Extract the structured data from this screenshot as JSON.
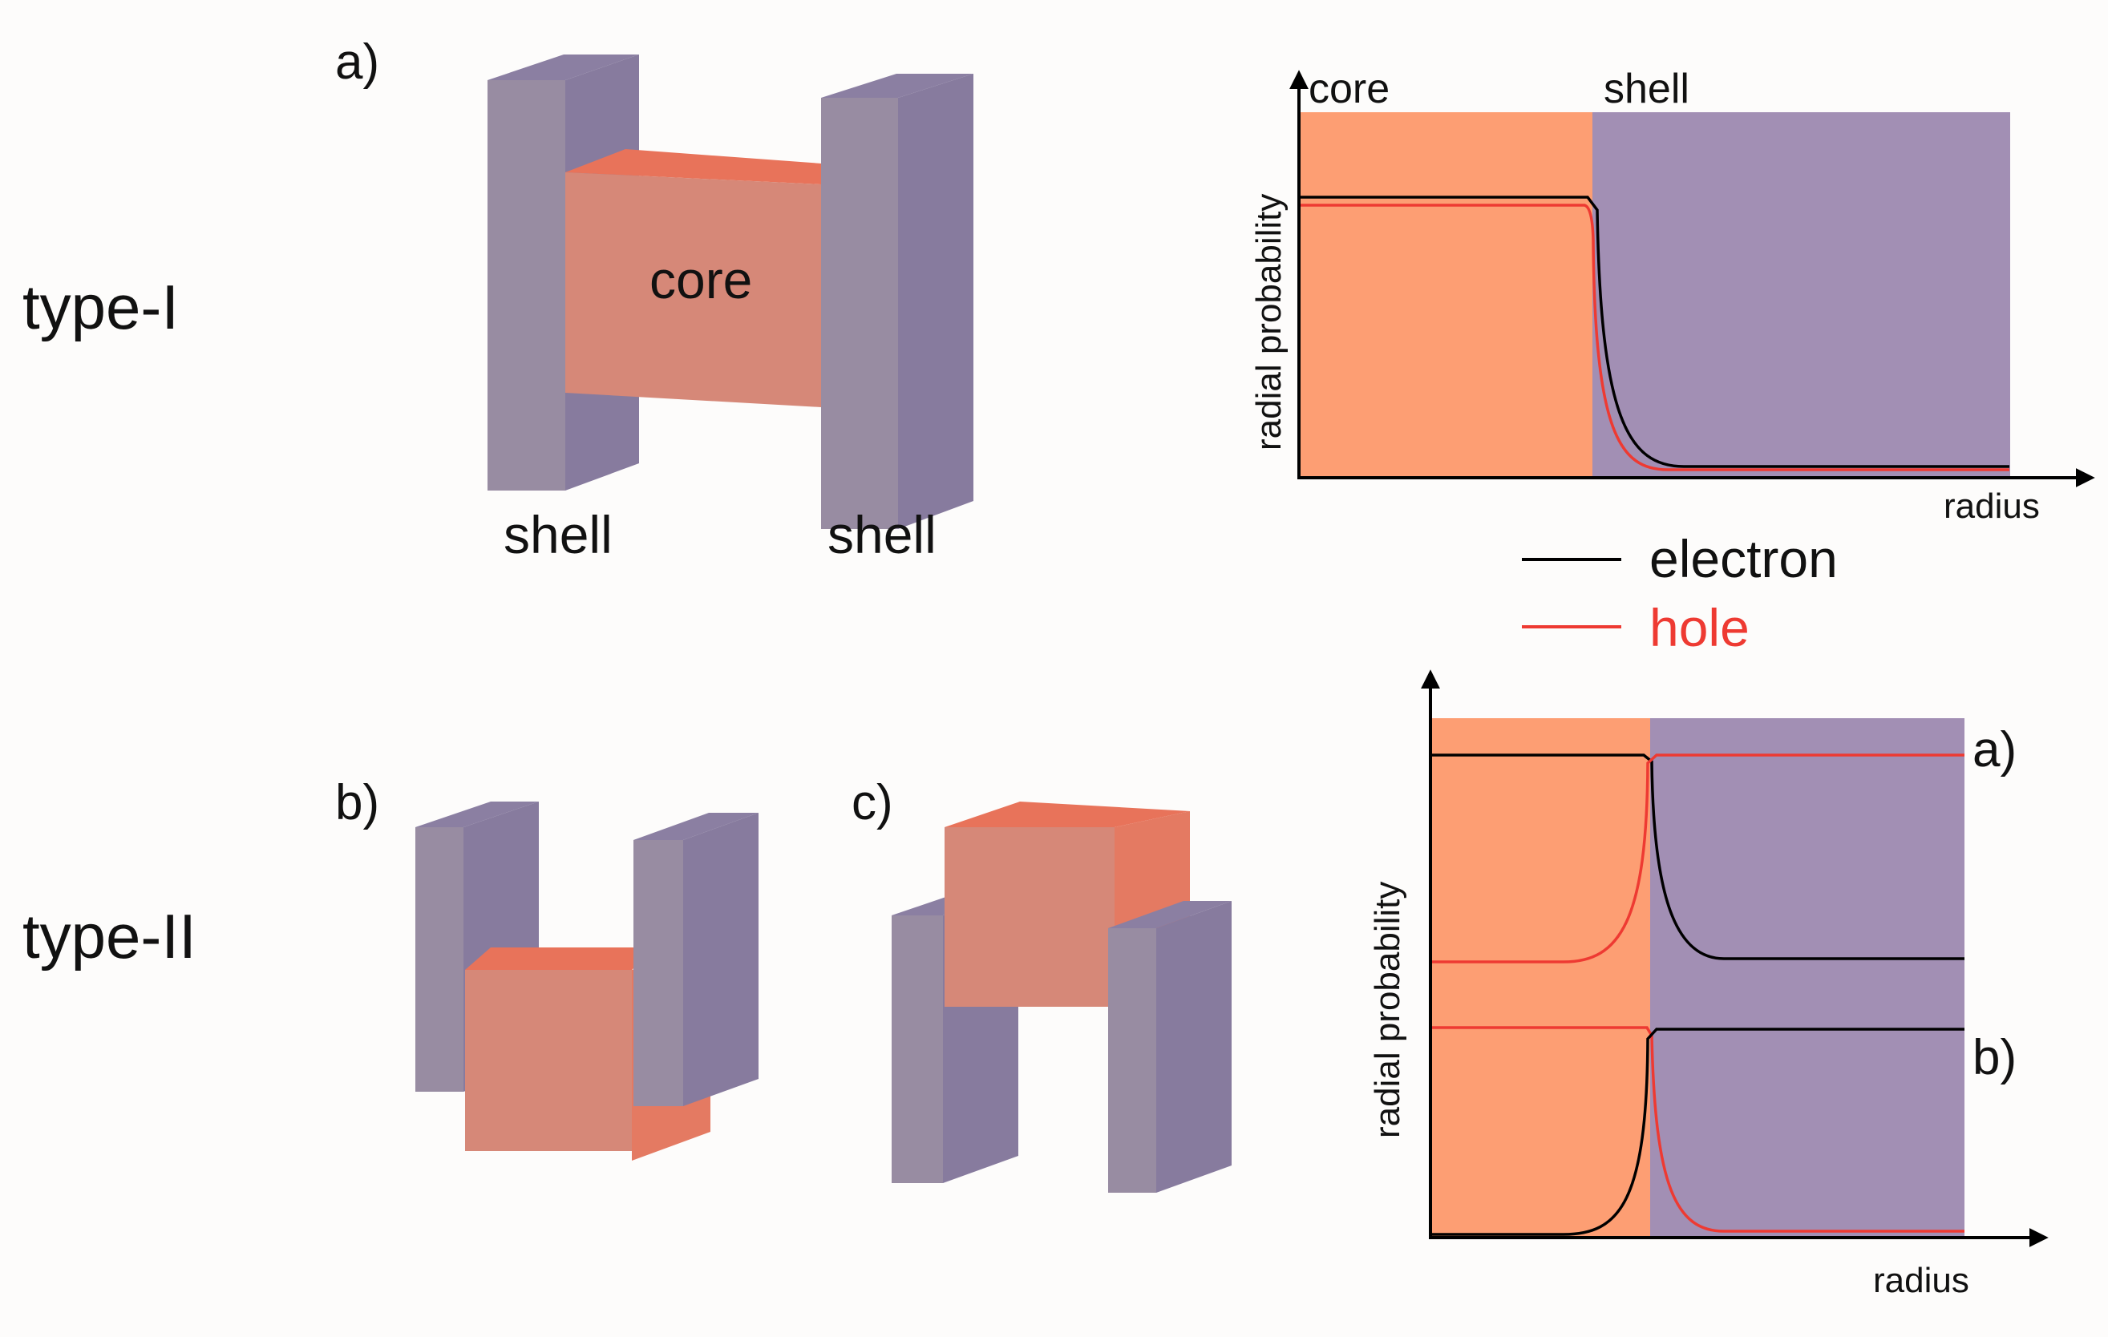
{
  "rows": {
    "type1_label": "type-I",
    "type2_label": "type-II"
  },
  "panels": {
    "a_label": "a)",
    "b_label": "b)",
    "c_label": "c)"
  },
  "block_labels": {
    "core": "core",
    "shell_left": "shell",
    "shell_right": "shell"
  },
  "legend": {
    "electron": "electron",
    "hole": "hole"
  },
  "plot_type1": {
    "region_core": "core",
    "region_shell": "shell",
    "ylabel": "radial probability",
    "xlabel": "radius"
  },
  "plot_type2": {
    "ylabel": "radial probability",
    "xlabel": "radius",
    "curve_a_label": "a)",
    "curve_b_label": "b)"
  },
  "colors": {
    "core_front": "#d68878",
    "core_top": "#e8735a",
    "core_side": "#e47a62",
    "shell_front": "#988ca2",
    "shell_side": "#877b9e",
    "plot_core": "#fd9e73",
    "plot_shell": "#a28fb4",
    "electron": "#000000",
    "hole": "#ee3a32"
  }
}
